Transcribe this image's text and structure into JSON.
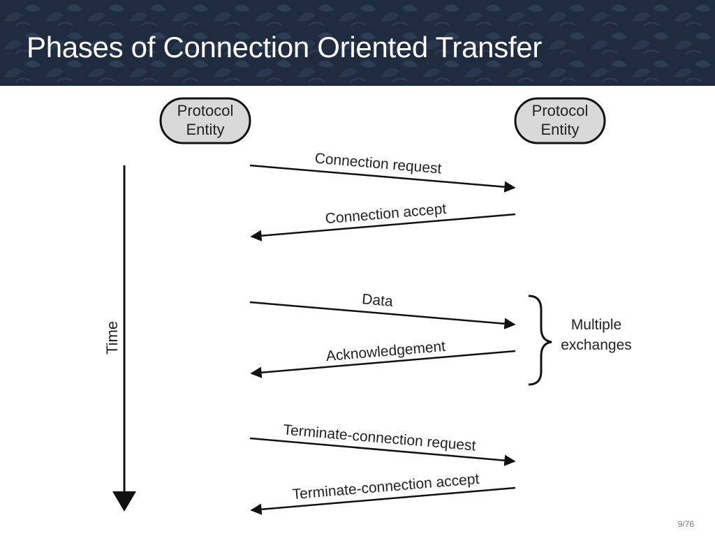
{
  "slide": {
    "title": "Phases of Connection Oriented Transfer",
    "page_number": "9/76"
  },
  "diagram": {
    "left_entity": {
      "line1": "Protocol",
      "line2": "Entity"
    },
    "right_entity": {
      "line1": "Protocol",
      "line2": "Entity"
    },
    "time_label": "Time",
    "messages": [
      {
        "label": "Connection request",
        "direction": "right"
      },
      {
        "label": "Connection accept",
        "direction": "left"
      },
      {
        "label": "Data",
        "direction": "right"
      },
      {
        "label": "Acknowledgement",
        "direction": "left"
      },
      {
        "label": "Terminate-connection request",
        "direction": "right"
      },
      {
        "label": "Terminate-connection accept",
        "direction": "left"
      }
    ],
    "brace_label": {
      "line1": "Multiple",
      "line2": "exchanges"
    }
  },
  "colors": {
    "header_background": "#1f2c40",
    "entity_fill": "#d9d9d9",
    "line": "#111111"
  }
}
